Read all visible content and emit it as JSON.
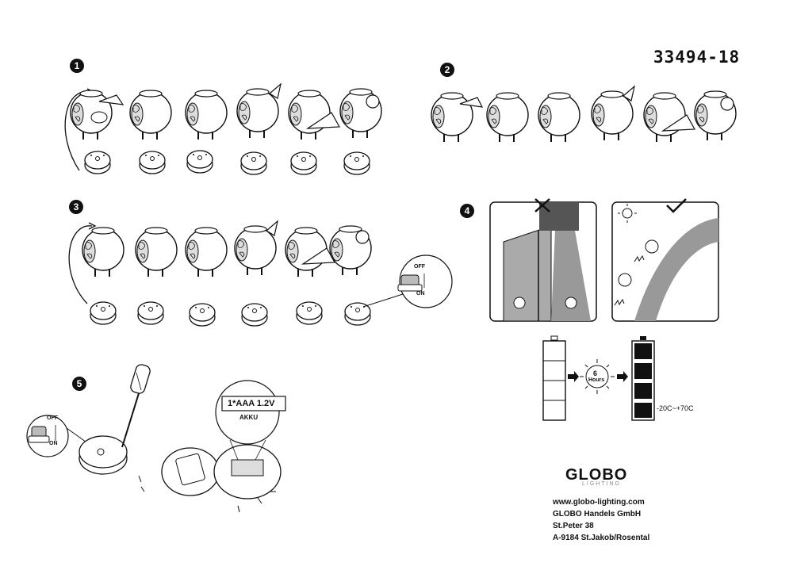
{
  "doc": {
    "product_code": "33494-18",
    "steps": [
      "1",
      "2",
      "3",
      "4",
      "5"
    ]
  },
  "switch": {
    "off": "OFF",
    "on": "ON"
  },
  "battery_spec": {
    "type": "1*AAA 1.2V",
    "kind": "AKKU"
  },
  "charge": {
    "hours": "6",
    "hours_unit": "Hours",
    "temp_range": "-20C~+70C"
  },
  "company": {
    "logo": "GLOBO",
    "logo_sub": "LIGHTING",
    "website": "www.globo-lighting.com",
    "name": "GLOBO Handels GmbH",
    "street": "St.Peter 38",
    "city": "A-9184 St.Jakob/Rosental"
  }
}
